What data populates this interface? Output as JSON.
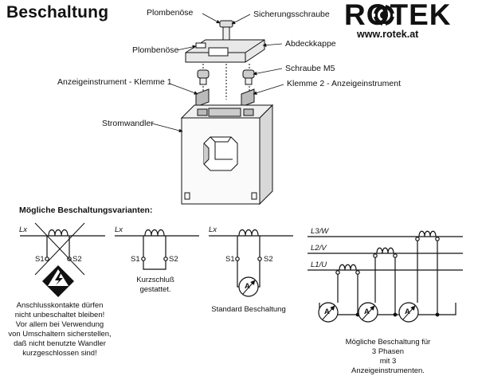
{
  "title": "Beschaltung",
  "logo": {
    "brand": "ROTEK",
    "url": "www.rotek.at"
  },
  "component_labels": {
    "plombenoese_top": "Plombenöse",
    "sicherungsschraube": "Sicherungsschraube",
    "abdeckkappe": "Abdeckkappe",
    "plombenoese_left": "Plombenöse",
    "schraube_m5": "Schraube M5",
    "klemme1": "Anzeigeinstrument - Klemme 1",
    "klemme2": "Klemme 2 - Anzeigeinstrument",
    "stromwandler": "Stromwandler"
  },
  "variants_heading": "Mögliche Beschaltungsvarianten:",
  "variants": [
    {
      "line": "Lx",
      "s1": "S1",
      "s2": "S2",
      "caption": "Anschlusskontakte dürfen\nnicht unbeschaltet bleiben!\nVor allem bei Verwendung\nvon Umschaltern sicherstellen,\ndaß nicht benutzte Wandler\nkurzgeschlossen sind!"
    },
    {
      "line": "Lx",
      "s1": "S1",
      "s2": "S2",
      "caption": "Kurzschluß\ngestattet."
    },
    {
      "line": "Lx",
      "s1": "S1",
      "s2": "S2",
      "meter": "A",
      "caption": "Standard Beschaltung"
    },
    {
      "lines": [
        "L3/W",
        "L2/V",
        "L1/U"
      ],
      "meters": [
        "A",
        "A",
        "A"
      ],
      "caption": "Mögliche Beschaltung für 3 Phasen\nmit 3 Anzeigeinstrumenten."
    }
  ]
}
